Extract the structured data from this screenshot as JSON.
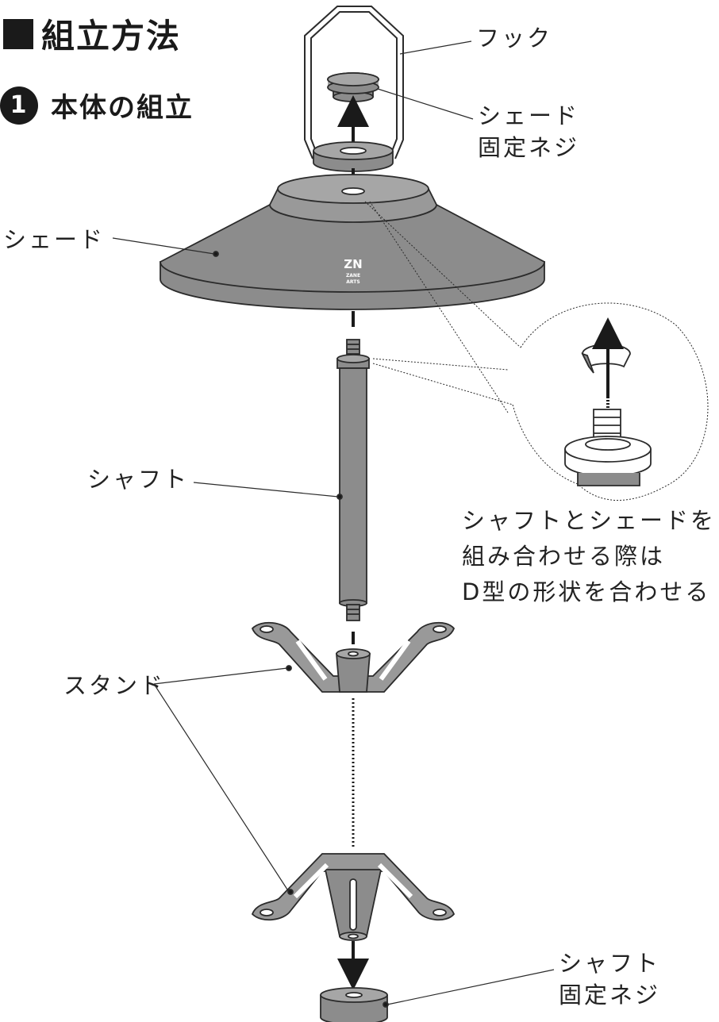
{
  "heading": {
    "title": "組立方法"
  },
  "step": {
    "number": "1",
    "title": "本体の組立"
  },
  "labels": {
    "hook": "フック",
    "shade_screw_line1": "シェード",
    "shade_screw_line2": "固定ネジ",
    "shade": "シェード",
    "shaft": "シャフト",
    "stand": "スタンド",
    "shaft_screw_line1": "シャフト",
    "shaft_screw_line2": "固定ネジ"
  },
  "note": {
    "line1": "シャフトとシェードを",
    "line2": "組み合わせる際は",
    "line3": "D型の形状を合わせる"
  },
  "logo": {
    "line1": "ZN",
    "line2": "ZANE",
    "line3": "ARTS"
  },
  "colors": {
    "part_fill": "#8c8c8c",
    "part_light": "#a6a6a6",
    "outline": "#2b2b2b",
    "text": "#222222"
  }
}
